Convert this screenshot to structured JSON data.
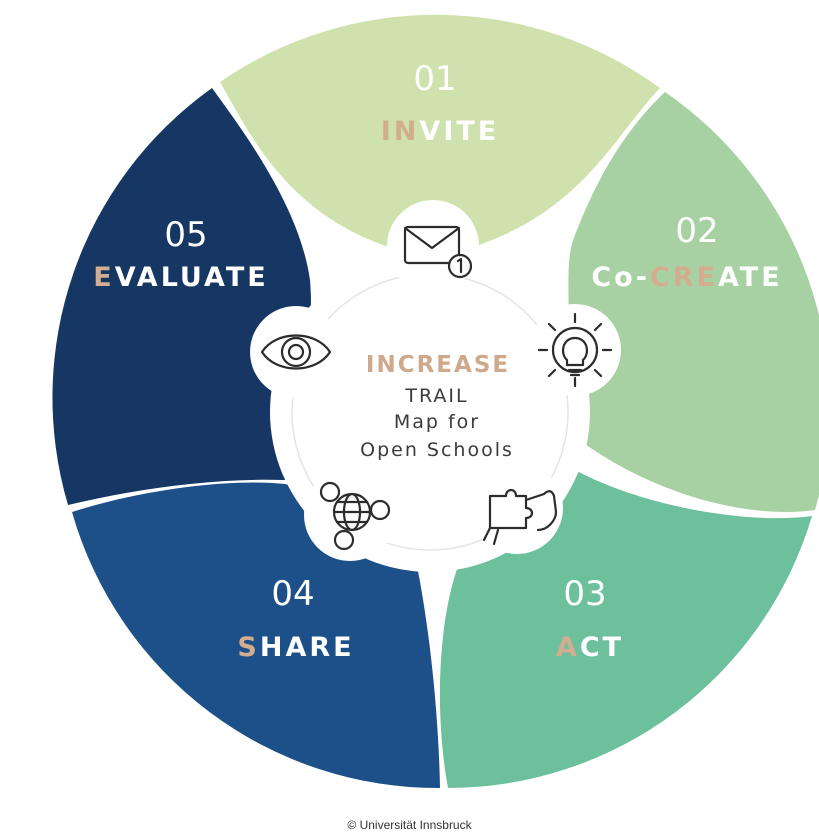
{
  "segments": [
    {
      "number": "01",
      "label_highlight": "IN",
      "label_rest": "VITE",
      "icon": "envelope-icon",
      "color": "#cfe2ad"
    },
    {
      "number": "02",
      "label_prefix": "Co-",
      "label_highlight": "CRE",
      "label_rest": "ATE",
      "icon": "gear-lightbulb-icon",
      "color": "#a7d1a2"
    },
    {
      "number": "03",
      "label_highlight": "A",
      "label_rest": "CT",
      "icon": "puzzle-hands-icon",
      "color": "#6cc09c"
    },
    {
      "number": "04",
      "label_highlight": "S",
      "label_rest": "HARE",
      "icon": "network-globe-icon",
      "color": "#1d5088"
    },
    {
      "number": "05",
      "label_highlight": "E",
      "label_rest": "VALUATE",
      "icon": "eye-icon",
      "color": "#163764"
    }
  ],
  "center": {
    "title": "INCREASE",
    "line1": "TRAIL",
    "line2": "Map for",
    "line3": "Open Schools"
  },
  "copyright": "© Universität Innsbruck",
  "highlight_color": "#d3ad8f"
}
